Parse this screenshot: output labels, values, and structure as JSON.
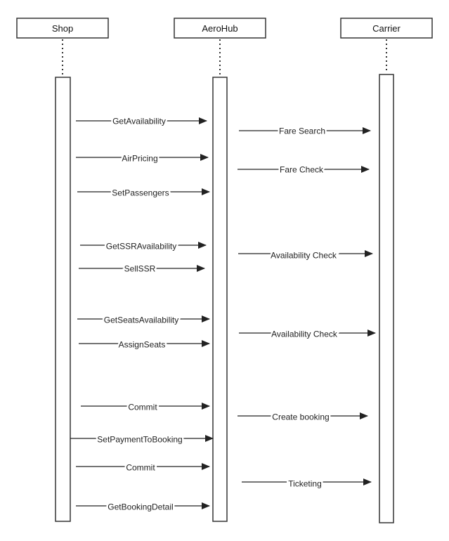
{
  "participants": {
    "shop": "Shop",
    "aerohub": "AeroHub",
    "carrier": "Carrier"
  },
  "messages": [
    {
      "label": "GetAvailability",
      "from": "Shop",
      "to": "AeroHub"
    },
    {
      "label": "Fare Search",
      "from": "AeroHub",
      "to": "Carrier"
    },
    {
      "label": "AirPricing",
      "from": "Shop",
      "to": "AeroHub"
    },
    {
      "label": "Fare Check",
      "from": "AeroHub",
      "to": "Carrier"
    },
    {
      "label": "SetPassengers",
      "from": "Shop",
      "to": "AeroHub"
    },
    {
      "label": "GetSSRAvailability",
      "from": "Shop",
      "to": "AeroHub"
    },
    {
      "label": "Availability Check",
      "from": "AeroHub",
      "to": "Carrier"
    },
    {
      "label": "SellSSR",
      "from": "Shop",
      "to": "AeroHub"
    },
    {
      "label": "GetSeatsAvailability",
      "from": "Shop",
      "to": "AeroHub"
    },
    {
      "label": "Availability Check",
      "from": "AeroHub",
      "to": "Carrier"
    },
    {
      "label": "AssignSeats",
      "from": "Shop",
      "to": "AeroHub"
    },
    {
      "label": "Commit",
      "from": "Shop",
      "to": "AeroHub"
    },
    {
      "label": "Create booking",
      "from": "AeroHub",
      "to": "Carrier"
    },
    {
      "label": "SetPaymentToBooking",
      "from": "Shop",
      "to": "AeroHub"
    },
    {
      "label": "Commit",
      "from": "Shop",
      "to": "AeroHub"
    },
    {
      "label": "Ticketing",
      "from": "AeroHub",
      "to": "Carrier"
    },
    {
      "label": "GetBookingDetail",
      "from": "Shop",
      "to": "AeroHub"
    }
  ]
}
